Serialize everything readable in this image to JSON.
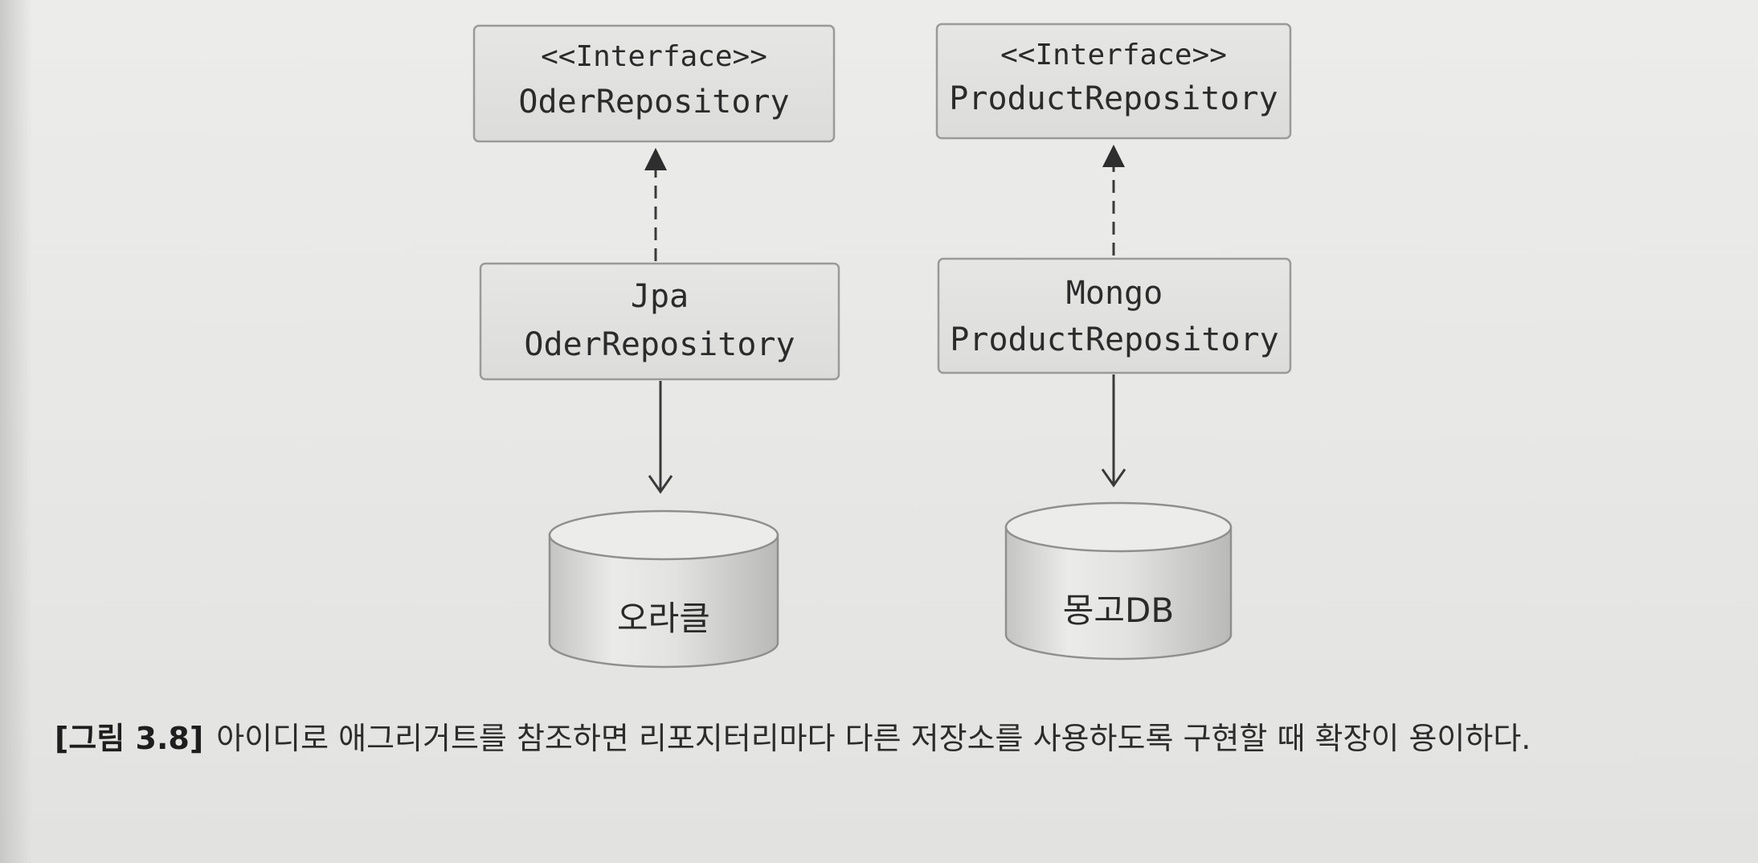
{
  "diagram": {
    "interfaces": [
      {
        "stereotype": "<<Interface>>",
        "name": "OderRepository"
      },
      {
        "stereotype": "<<Interface>>",
        "name": "ProductRepository"
      }
    ],
    "implementations": [
      {
        "line1": "Jpa",
        "line2": "OderRepository"
      },
      {
        "line1": "Mongo",
        "line2": "ProductRepository"
      }
    ],
    "databases": [
      {
        "label": "오라클"
      },
      {
        "label": "몽고DB"
      }
    ],
    "colors": {
      "box_fill": "#e3e3e1",
      "box_stroke": "#9a9a98",
      "line": "#3a3a3a",
      "cylinder_light": "#e9e9e7",
      "cylinder_dark": "#c4c4c2"
    }
  },
  "caption": {
    "figure_number": "[그림 3.8]",
    "text": "아이디로 애그리거트를 참조하면 리포지터리마다 다른 저장소를 사용하도록 구현할 때 확장이 용이하다."
  }
}
